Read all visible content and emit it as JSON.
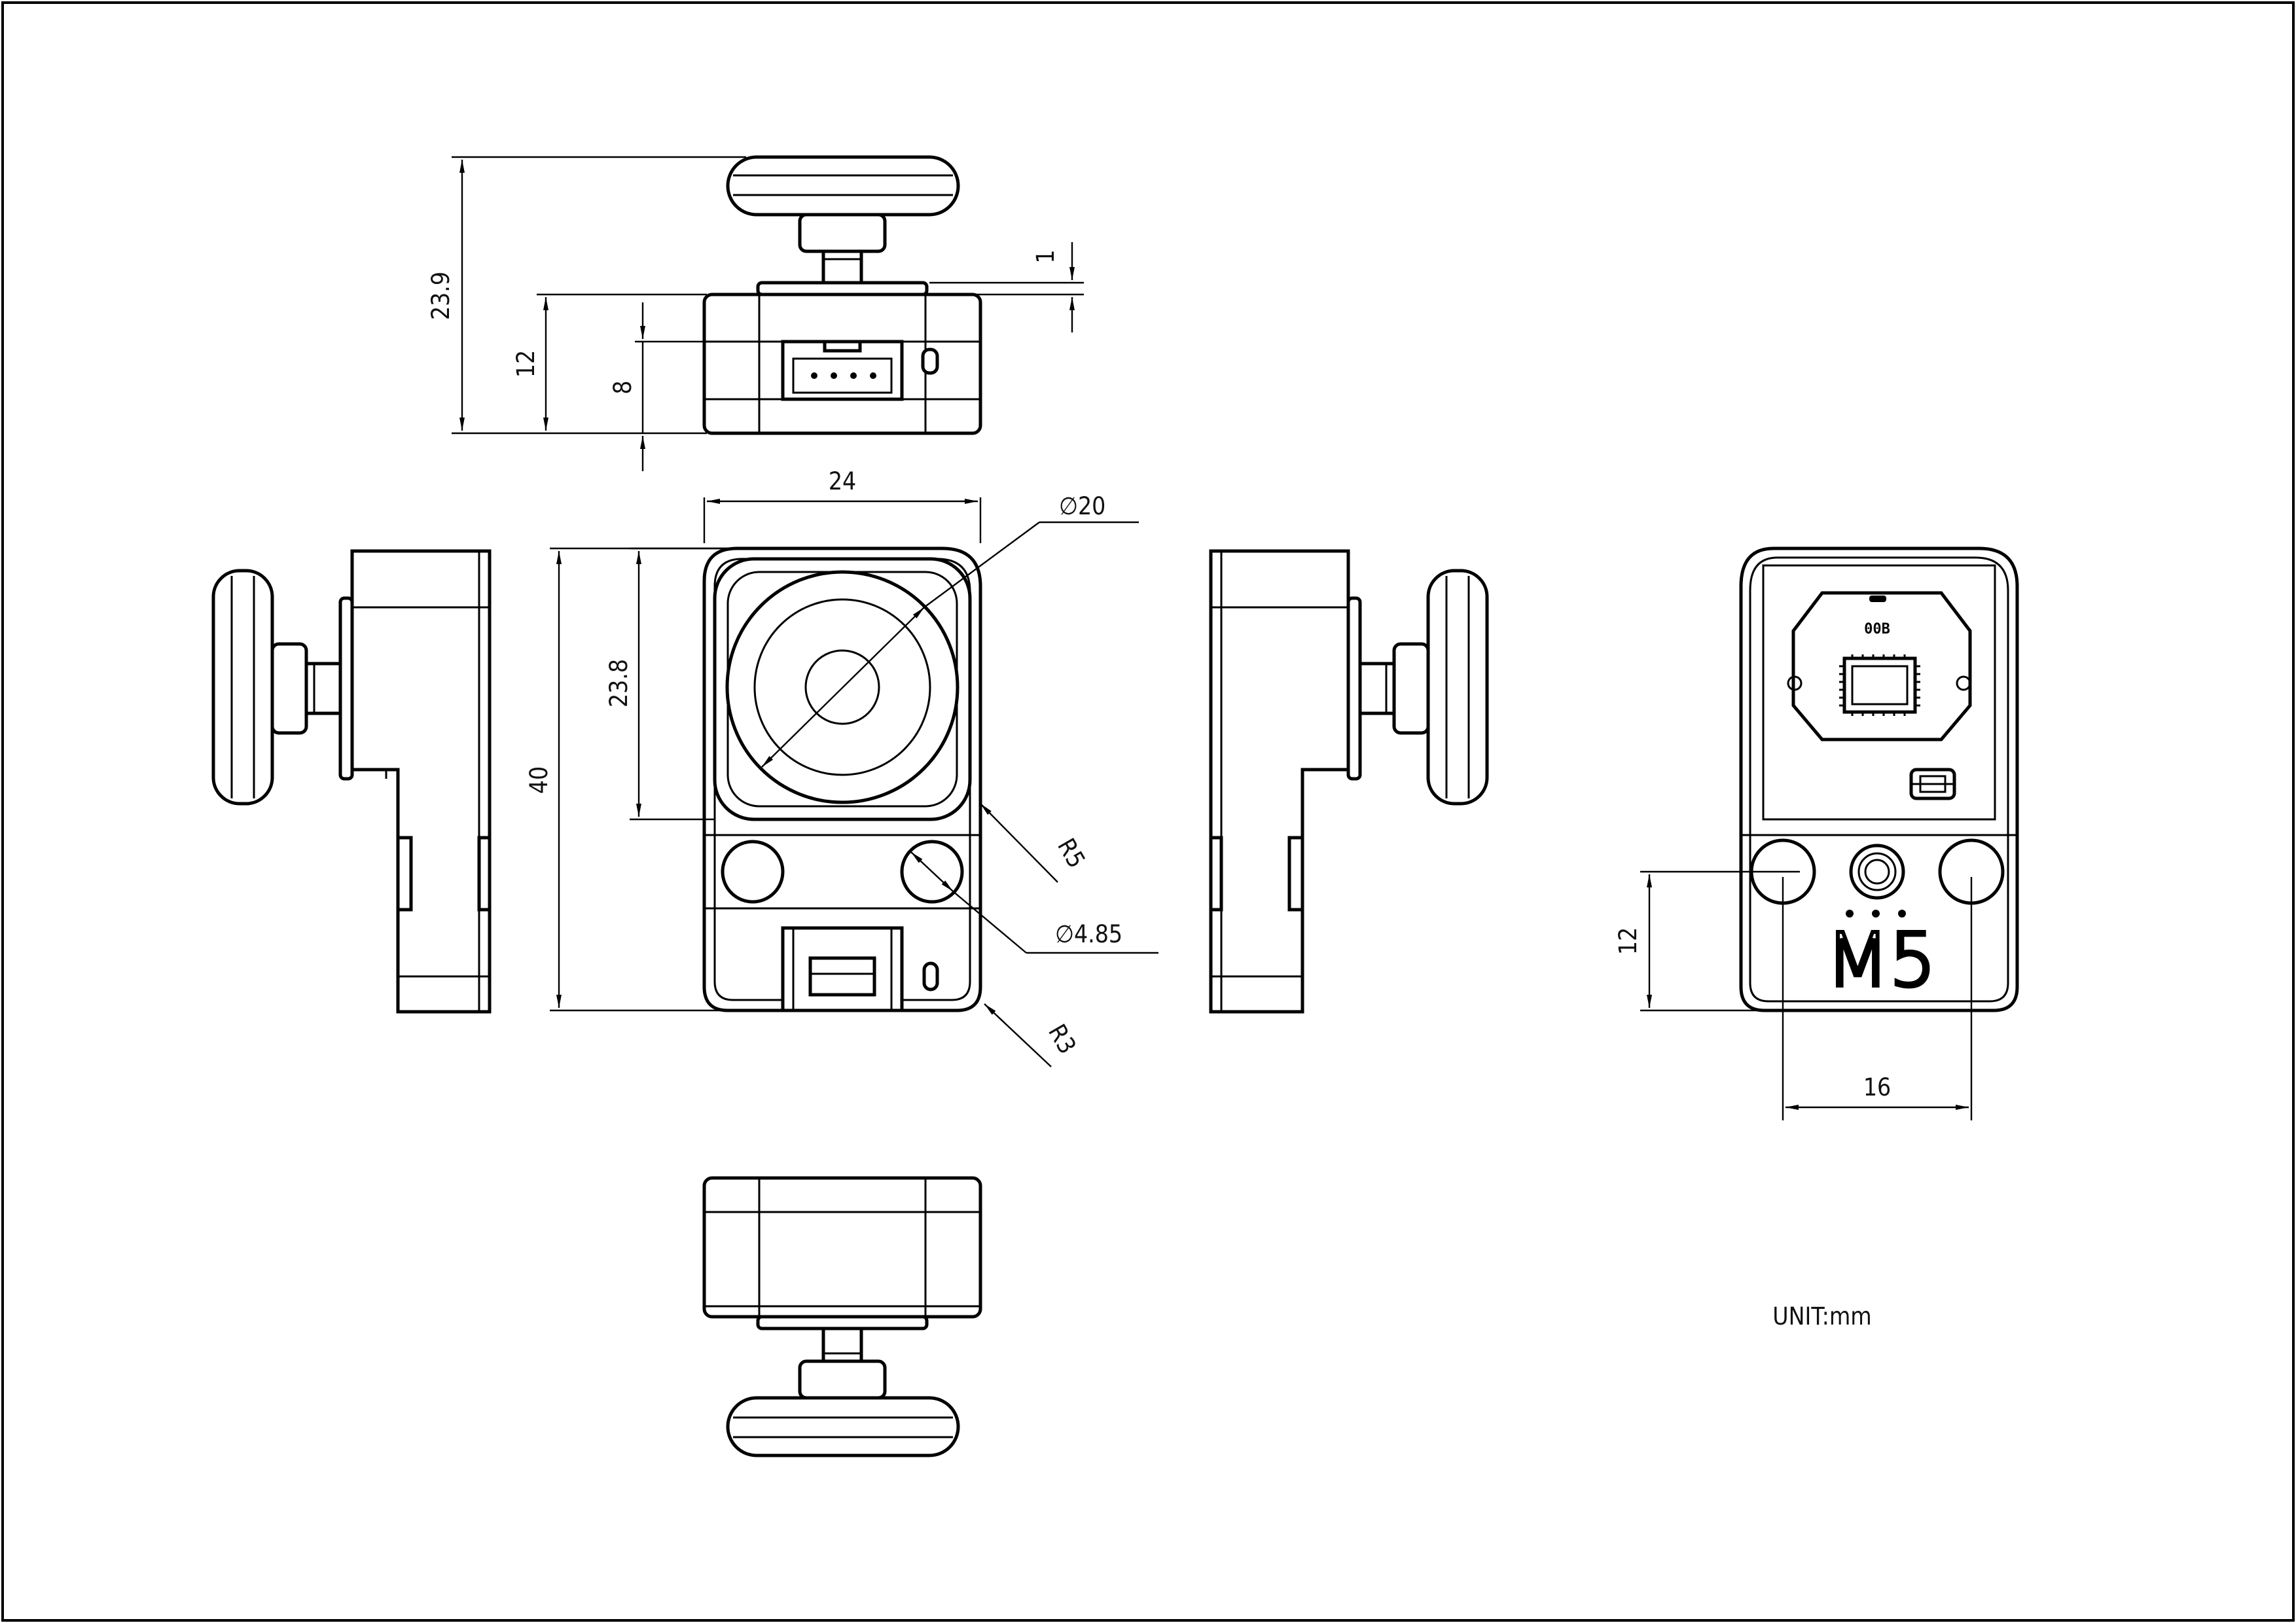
{
  "drawing": {
    "unit_label": "UNIT:mm",
    "logo": "M5",
    "chip_marking": "00B"
  },
  "dimensions": {
    "top_height_total": "23.9",
    "top_body_height": "12",
    "top_connector_height": "8",
    "top_gap": "1",
    "front_width": "24",
    "front_knob_diameter": "∅20",
    "front_knob_height": "23.8",
    "front_height": "40",
    "front_corner_radius_top": "R5",
    "front_hole_diameter": "∅4.85",
    "front_corner_radius_bottom": "R3",
    "back_hole_offset": "12",
    "back_hole_spacing": "16"
  }
}
